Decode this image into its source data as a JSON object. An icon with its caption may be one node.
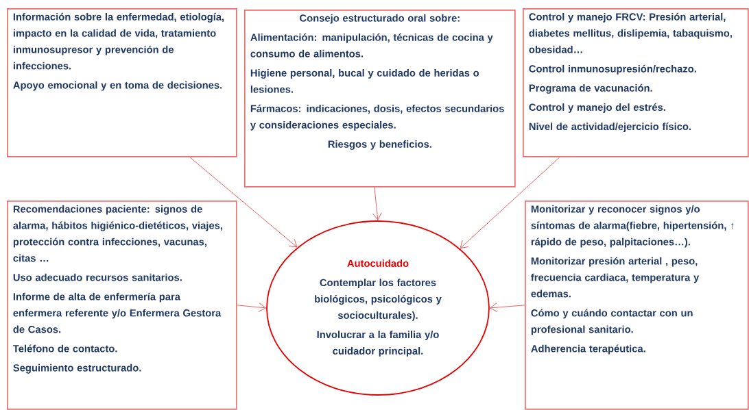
{
  "diagram": {
    "nodes": [
      {
        "text": [
          "Información sobre la enfermedad, etiología,  impacto en la calidad de vida, tratamiento inmunosupresor y prevención de infecciones.",
          "Apoyo emocional y en toma de decisiones."
        ]
      },
      {
        "text": [
          "Consejo estructurado oral sobre:",
          "Alimentación: manipulación, técnicas de cocina y consumo de alimentos.",
          "Higiene personal, bucal y cuidado  de heridas o lesiones.",
          "Fármacos: indicaciones, dosis, efectos secundarios y consideraciones especiales.",
          "Riesgos y beneficios."
        ]
      },
      {
        "text": [
          "Control y manejo  FRCV: Presión arterial, diabetes mellitus, dislipemia, tabaquismo, obesidad…",
          "Control inmunosupresión/rechazo.",
          "Programa de vacunación.",
          "Control y manejo del estrés.",
          "Nivel de actividad/ejercicio físico."
        ]
      },
      {
        "text": [
          "Recomendaciones paciente: signos de alarma, hábitos higiénico-dietéticos, viajes, protección contra infecciones, vacunas, citas …",
          "Uso adecuado recursos sanitarios.",
          "Informe de alta de enfermería para enfermera referente y/o Enfermera Gestora de Casos.",
          "Teléfono de contacto.",
          "Seguimiento estructurado."
        ]
      },
      {
        "text": [
          "Autocuidado",
          "Contemplar los factores biológicos, psicológicos y socioculturales).",
          "Involucrar a la familia y/o cuidador principal."
        ]
      },
      {
        "text": [
          "Monitorizar y reconocer signos y/o síntomas de alarma(fiebre, hipertensión, ↑ rápido de peso, palpitaciones…).",
          "Monitorizar presión arterial , peso, frecuencia cardiaca, temperatura y edemas.",
          "Cómo y cuándo contactar con un profesional sanitario.",
          "Adherencia terapéutica."
        ]
      }
    ],
    "edges": [
      {
        "from": 0,
        "to": 4,
        "arrow": "to"
      },
      {
        "from": 1,
        "to": 4,
        "arrow": "to"
      },
      {
        "from": 2,
        "to": 4,
        "arrow": "to"
      },
      {
        "from": 3,
        "to": 4,
        "arrow": "to"
      },
      {
        "from": 5,
        "to": 4,
        "arrow": "to"
      }
    ]
  }
}
